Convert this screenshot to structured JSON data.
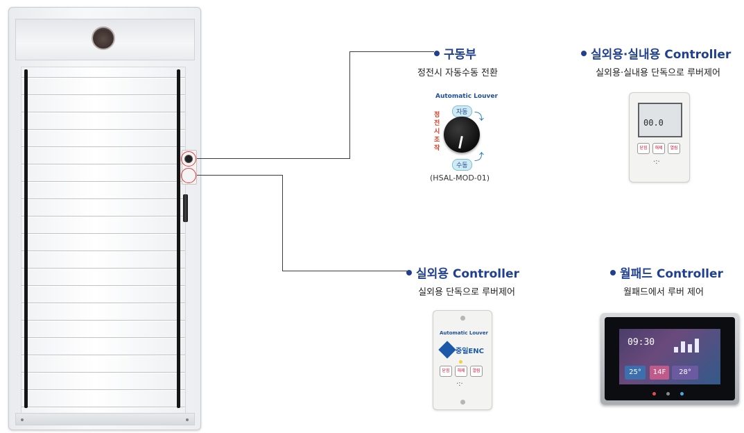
{
  "colors": {
    "title": "#1f3f8f",
    "highlight": "#e33b3b",
    "line": "#3a3a3a"
  },
  "drive_unit": {
    "title": "구동부",
    "description": "정전시 자동수동 전환",
    "device": {
      "brand": "Automatic Louver",
      "auto_label": "자동",
      "manual_label": "수동",
      "warning": "정전시 조작",
      "model": "(HSAL-MOD-01)"
    }
  },
  "indoor_outdoor_controller": {
    "title": "실외용·실내용 Controller",
    "description": "실외용·실내용 단독으로 루버제어",
    "device": {
      "lcd_value": "00.0",
      "buttons": [
        "닫힘",
        "해제",
        "열림"
      ]
    }
  },
  "outdoor_controller": {
    "title": "실외용 Controller",
    "description": "실외용 단독으로 루버제어",
    "device": {
      "brand": "Automatic Louver",
      "logo_text": "중일ENC",
      "buttons": [
        "닫힘",
        "해제",
        "열림"
      ]
    }
  },
  "wallpad_controller": {
    "title": "월패드 Controller",
    "description": "월패드에서 루버 제어",
    "device": {
      "clock": "09:30",
      "tiles": [
        "25°",
        "14F",
        "28°"
      ]
    }
  }
}
